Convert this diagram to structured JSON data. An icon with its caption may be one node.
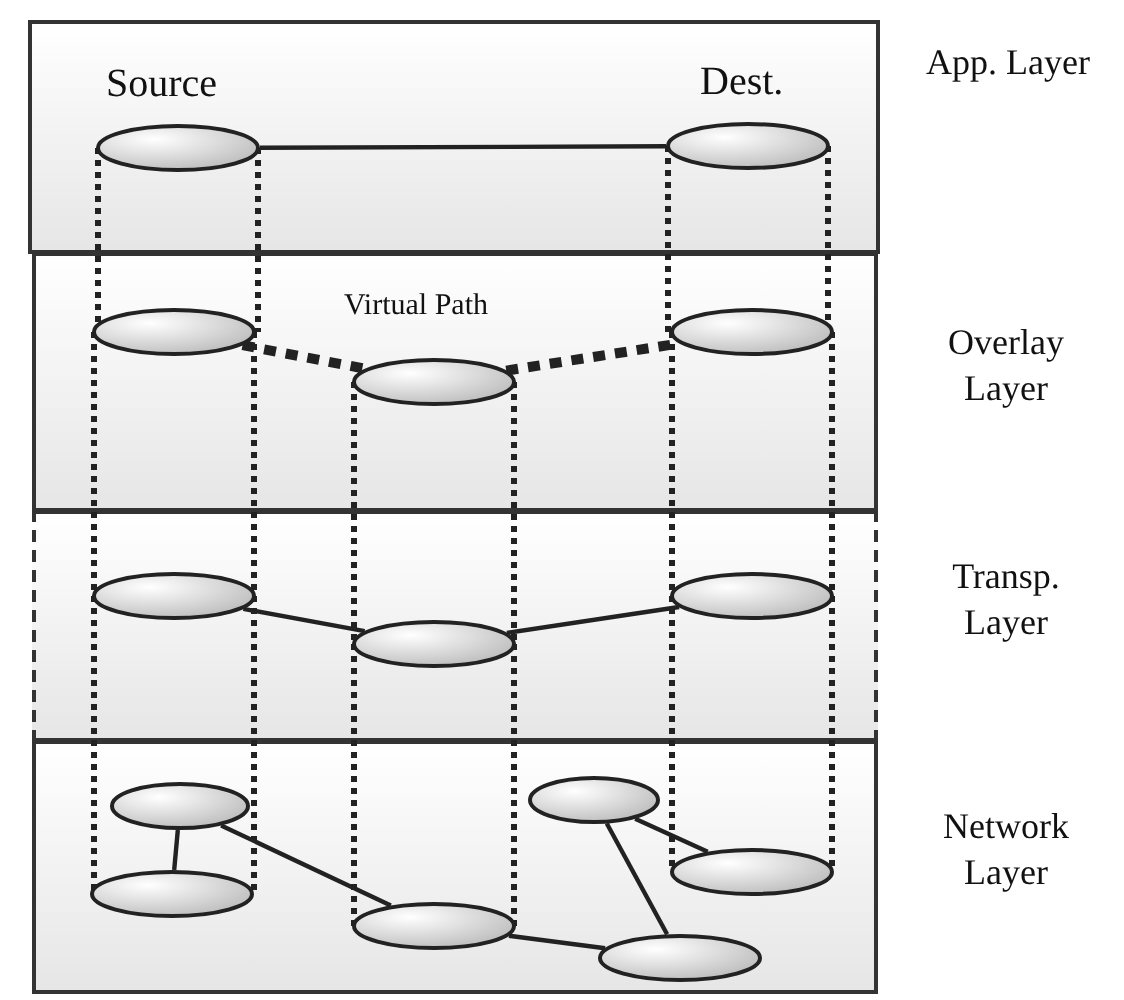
{
  "diagram": {
    "nodes": [
      {
        "text": [
          "App. Layer"
        ]
      },
      {
        "text": [
          "Source"
        ],
        "in": 0
      },
      {
        "text": [
          "Dest."
        ],
        "in": 0
      },
      {
        "text": [
          "Overlay Layer"
        ]
      },
      {
        "text": [],
        "shape": "ellipse",
        "in": 3
      },
      {
        "text": [],
        "shape": "ellipse",
        "in": 3
      },
      {
        "text": [],
        "shape": "ellipse",
        "in": 3
      },
      {
        "text": [
          "Transp. Layer"
        ]
      },
      {
        "text": [],
        "shape": "ellipse",
        "in": 7
      },
      {
        "text": [],
        "shape": "ellipse",
        "in": 7
      },
      {
        "text": [],
        "shape": "ellipse",
        "in": 7
      },
      {
        "text": [
          "Network Layer"
        ]
      },
      {
        "text": [],
        "shape": "ellipse",
        "in": 11
      },
      {
        "text": [],
        "shape": "ellipse",
        "in": 11
      },
      {
        "text": [],
        "shape": "ellipse",
        "in": 11
      },
      {
        "text": [],
        "shape": "ellipse",
        "in": 11
      },
      {
        "text": [],
        "shape": "ellipse",
        "in": 11
      },
      {
        "text": [],
        "shape": "ellipse",
        "in": 11
      }
    ],
    "edges": [
      {
        "from": 1,
        "to": 2,
        "arrow": "none"
      },
      {
        "from": 4,
        "to": 5,
        "arrow": "none",
        "style": "dashed"
      },
      {
        "from": 5,
        "to": 6,
        "arrow": "none",
        "style": "dashed"
      },
      {
        "from": 8,
        "to": 9,
        "arrow": "none"
      },
      {
        "from": 9,
        "to": 10,
        "arrow": "none"
      },
      {
        "from": 12,
        "to": 13,
        "arrow": "none"
      },
      {
        "from": 13,
        "to": 14,
        "arrow": "none"
      },
      {
        "from": 15,
        "to": 17,
        "arrow": "none"
      },
      {
        "from": 15,
        "to": 16,
        "arrow": "none"
      },
      {
        "from": 14,
        "to": 17,
        "arrow": "none"
      },
      {
        "from": 1,
        "to": 4,
        "arrow": "none",
        "style": "dashed"
      },
      {
        "from": 1,
        "to": 4,
        "arrow": "none",
        "style": "dashed"
      },
      {
        "from": 4,
        "to": 8,
        "arrow": "none",
        "style": "dashed"
      },
      {
        "from": 4,
        "to": 8,
        "arrow": "none",
        "style": "dashed"
      },
      {
        "from": 8,
        "to": 12,
        "arrow": "none",
        "style": "dashed"
      },
      {
        "from": 8,
        "to": 12,
        "arrow": "none",
        "style": "dashed"
      },
      {
        "from": 5,
        "to": 9,
        "arrow": "none",
        "style": "dashed"
      },
      {
        "from": 5,
        "to": 9,
        "arrow": "none",
        "style": "dashed"
      },
      {
        "from": 9,
        "to": 14,
        "arrow": "none",
        "style": "dashed"
      },
      {
        "from": 9,
        "to": 14,
        "arrow": "none",
        "style": "dashed"
      },
      {
        "from": 2,
        "to": 6,
        "arrow": "none",
        "style": "dashed"
      },
      {
        "from": 2,
        "to": 6,
        "arrow": "none",
        "style": "dashed"
      },
      {
        "from": 6,
        "to": 10,
        "arrow": "none",
        "style": "dashed"
      },
      {
        "from": 6,
        "to": 10,
        "arrow": "none",
        "style": "dashed"
      },
      {
        "from": 10,
        "to": 16,
        "arrow": "none",
        "style": "dashed"
      },
      {
        "from": 10,
        "to": 16,
        "arrow": "none",
        "style": "dashed"
      }
    ],
    "labels": [
      "Virtual Path"
    ]
  }
}
